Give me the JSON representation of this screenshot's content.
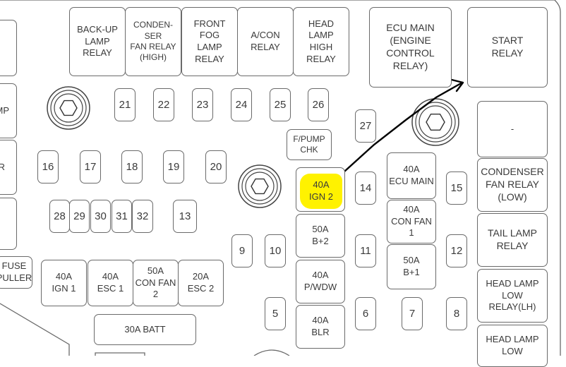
{
  "relays_top": [
    {
      "id": "backup",
      "label": "BACK-UP\nLAMP\nRELAY"
    },
    {
      "id": "condenser-high",
      "label": "CONDEN-\nSER\nFAN RELAY\n(HIGH)"
    },
    {
      "id": "front-fog",
      "label": "FRONT\nFOG\nLAMP\nRELAY"
    },
    {
      "id": "acon",
      "label": "A/CON\nRELAY"
    },
    {
      "id": "head-high",
      "label": "HEAD\nLAMP\nHIGH\nRELAY"
    }
  ],
  "ecu_main_relay": "ECU MAIN\n(ENGINE\nCONTROL\nRELAY)",
  "start_relay": "START\nRELAY",
  "right_column": [
    {
      "id": "dash",
      "label": "-"
    },
    {
      "id": "condenser-low",
      "label": "CONDENSER\nFAN RELAY\n(LOW)"
    },
    {
      "id": "tail",
      "label": "TAIL LAMP\nRELAY"
    },
    {
      "id": "head-low-lh",
      "label": "HEAD LAMP\nLOW\nRELAY(LH)"
    },
    {
      "id": "head-low-partial",
      "label": "HEAD LAMP\nLOW"
    }
  ],
  "left_edge": {
    "top_partial": "MP",
    "mid_partial": "R"
  },
  "small_fuses": {
    "f21": "21",
    "f22": "22",
    "f23": "23",
    "f24": "24",
    "f25": "25",
    "f26": "26",
    "f27": "27",
    "f16": "16",
    "f17": "17",
    "f18": "18",
    "f19": "19",
    "f20": "20",
    "f28": "28",
    "f29": "29",
    "f30": "30",
    "f31": "31",
    "f32": "32",
    "f13": "13",
    "f14": "14",
    "f15": "15",
    "f9": "9",
    "f10": "10",
    "f11": "11",
    "f12": "12",
    "f5": "5",
    "f6": "6",
    "f7": "7",
    "f8": "8"
  },
  "fpump_check": "F/PUMP\nCHK",
  "center_fuses": {
    "ign2": "40A\nIGN 2",
    "b2": "50A\nB+2",
    "pwdw": "40A\nP/WDW",
    "blr": "40A\nBLR"
  },
  "right_fuses": {
    "ecu_main": "40A\nECU MAIN",
    "con_fan1": "40A\nCON FAN\n1",
    "b1": "50A\nB+1"
  },
  "bottom_fuses": {
    "fuse_puller": "FUSE\nPULLER",
    "ign1": "40A\nIGN 1",
    "esc1": "40A\nESC 1",
    "con_fan2": "50A\nCON FAN\n2",
    "esc2": "20A\nESC 2",
    "batt": "30A BATT"
  },
  "colors": {
    "highlight": "#fff200",
    "outline": "#6a6a6a",
    "annotation_arrow": "#000000"
  }
}
